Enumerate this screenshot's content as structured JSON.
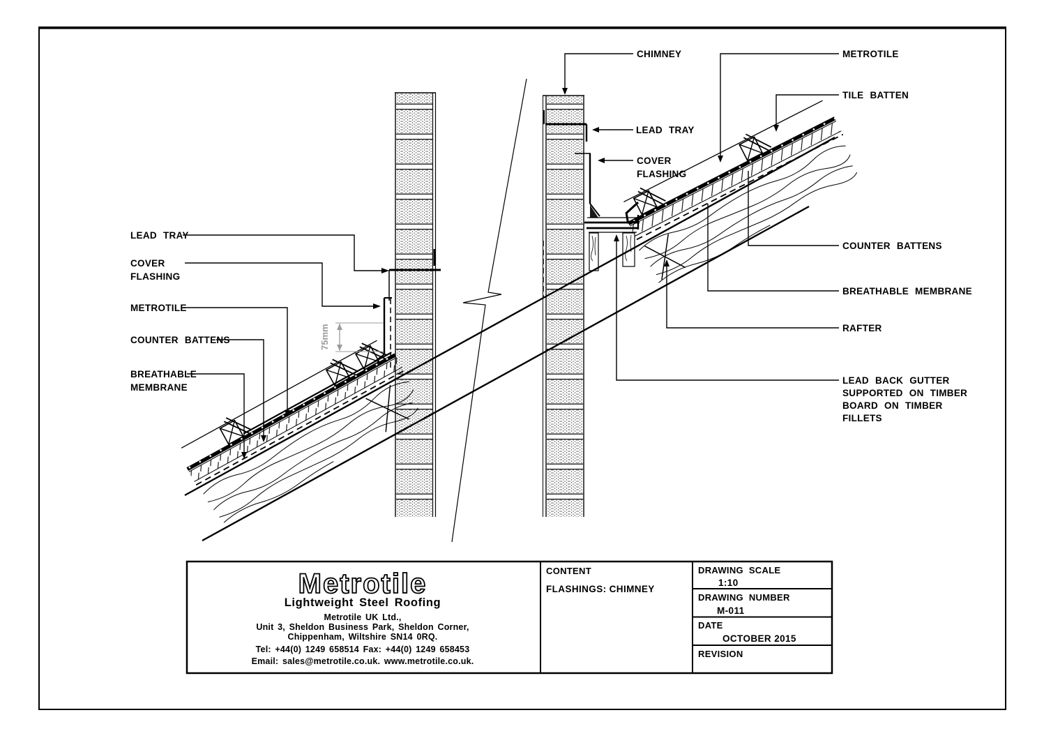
{
  "drawing": {
    "type": "technical-section-detail",
    "line_color": "#000000",
    "dimension_color": "#9b9b9b",
    "annotations": {
      "chimney": "CHIMNEY",
      "left": {
        "lead_tray": "LEAD TRAY",
        "cover_1": "COVER",
        "cover_2": "FLASHING",
        "metrotile": "METROTILE",
        "counter_battens": "COUNTER BATTENS",
        "breathable_1": "BREATHABLE",
        "breathable_2": "MEMBRANE"
      },
      "right": {
        "metrotile": "METROTILE",
        "tile_batten": "TILE BATTEN",
        "lead_tray": "LEAD TRAY",
        "cover_1": "COVER",
        "cover_2": "FLASHING",
        "counter_battens": "COUNTER BATTENS",
        "breathable_membrane": "BREATHABLE MEMBRANE",
        "rafter": "RAFTER",
        "gutter_1": "LEAD BACK GUTTER",
        "gutter_2": "SUPPORTED ON TIMBER",
        "gutter_3": "BOARD ON TIMBER",
        "gutter_4": "FILLETS"
      },
      "dimension_75": "75mm"
    }
  },
  "title_block": {
    "logo": "Metrotile",
    "tagline": "Lightweight Steel Roofing",
    "address": {
      "line1": "Metrotile UK Ltd.,",
      "line2": "Unit 3, Sheldon Business Park, Sheldon Corner,",
      "line3": "Chippenham, Wiltshire SN14 0RQ.",
      "line4": "Tel:  +44(0) 1249 658514   Fax:  +44(0) 1249 658453",
      "line5": "Email:  sales@metrotile.co.uk.   www.metrotile.co.uk."
    },
    "content": {
      "label": "CONTENT",
      "value": "FLASHINGS: CHIMNEY"
    },
    "scale": {
      "label": "DRAWING SCALE",
      "value": "1:10"
    },
    "number": {
      "label": "DRAWING NUMBER",
      "value": "M-011"
    },
    "date": {
      "label": "DATE",
      "value": "OCTOBER 2015"
    },
    "revision": {
      "label": "REVISION",
      "value": ""
    }
  }
}
